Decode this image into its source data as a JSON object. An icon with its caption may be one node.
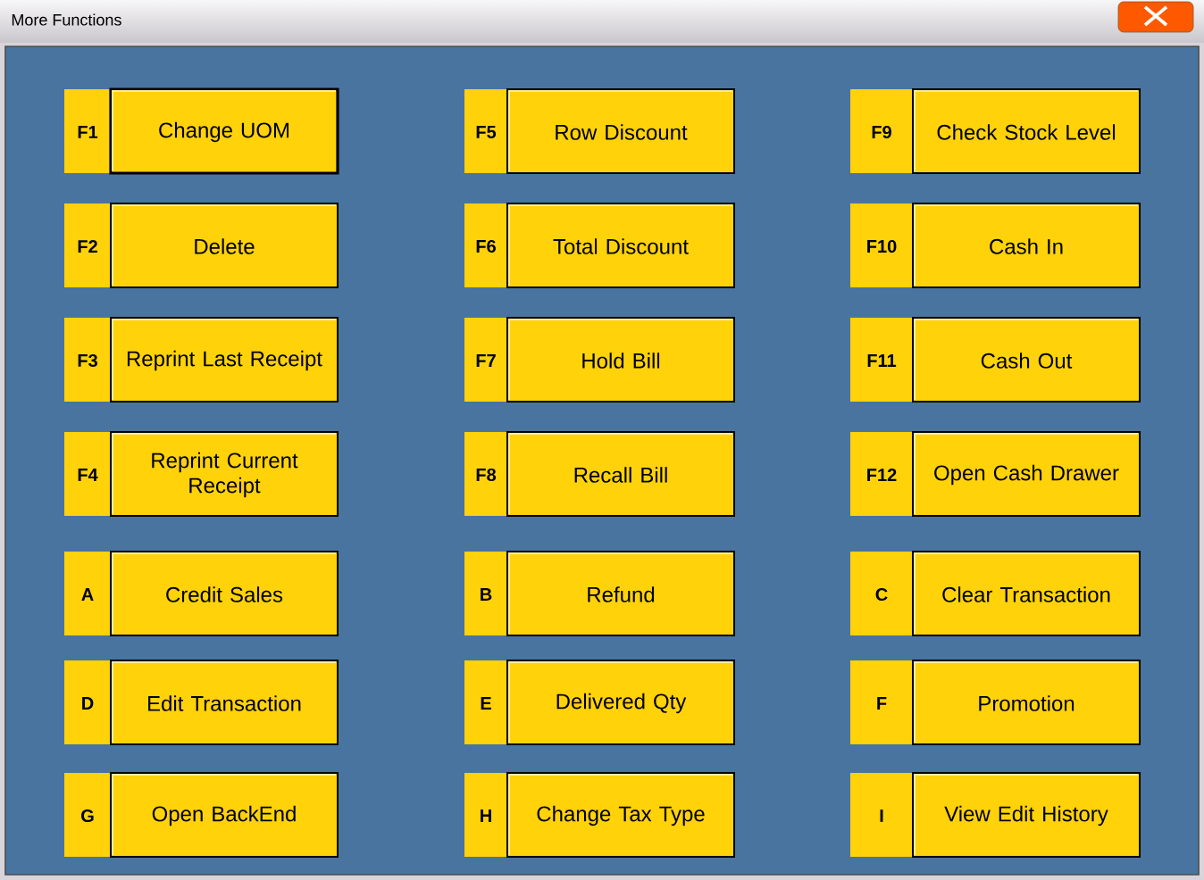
{
  "diagram": {
    "title": "More Functions",
    "nodes": [
      {
        "text": [
          "F1",
          "Change UOM"
        ]
      },
      {
        "text": [
          "F5",
          "Row Discount"
        ]
      },
      {
        "text": [
          "F9",
          "Check Stock Level"
        ]
      },
      {
        "text": [
          "F2",
          "Delete"
        ]
      },
      {
        "text": [
          "F6",
          "Total Discount"
        ]
      },
      {
        "text": [
          "F10",
          "Cash In"
        ]
      },
      {
        "text": [
          "F3",
          "Reprint Last Receipt"
        ]
      },
      {
        "text": [
          "F7",
          "Hold Bill"
        ]
      },
      {
        "text": [
          "F11",
          "Cash Out"
        ]
      },
      {
        "text": [
          "F4",
          "Reprint Current Receipt"
        ]
      },
      {
        "text": [
          "F8",
          "Recall Bill"
        ]
      },
      {
        "text": [
          "F12",
          "Open Cash Drawer"
        ]
      },
      {
        "text": [
          "A",
          "Credit Sales"
        ]
      },
      {
        "text": [
          "B",
          "Refund"
        ]
      },
      {
        "text": [
          "C",
          "Clear Transaction"
        ]
      },
      {
        "text": [
          "D",
          "Edit Transaction"
        ]
      },
      {
        "text": [
          "E",
          "Delivered Qty"
        ]
      },
      {
        "text": [
          "F",
          "Promotion"
        ]
      },
      {
        "text": [
          "G",
          "Open BackEnd"
        ]
      },
      {
        "text": [
          "H",
          "Change Tax Type"
        ]
      },
      {
        "text": [
          "I",
          "View Edit History"
        ]
      }
    ]
  }
}
